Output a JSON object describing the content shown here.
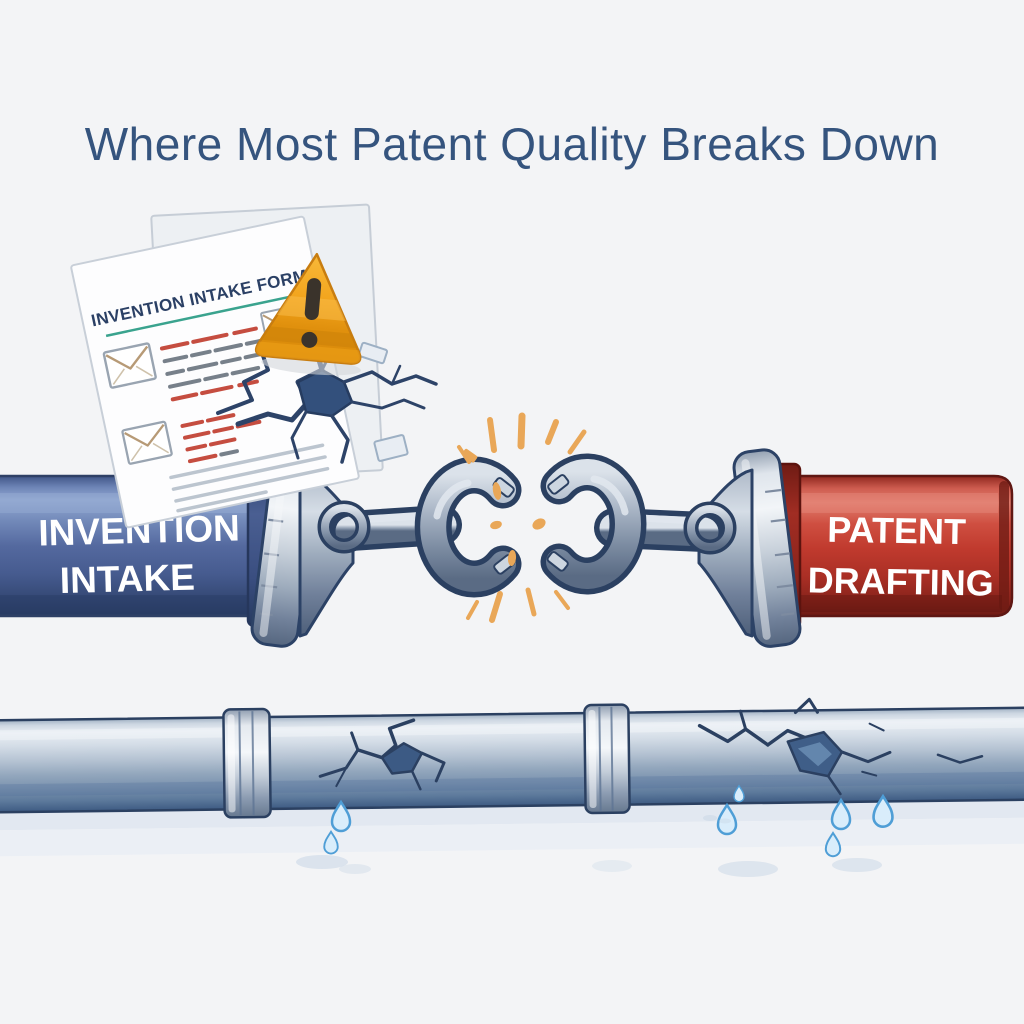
{
  "meta": {
    "background_color": "#f3f4f6"
  },
  "title": {
    "text": "Where Most Patent Quality Breaks Down",
    "color": "#35547e"
  },
  "form": {
    "title": "INVENTION INTAKE FORM",
    "underline_color": "#3aa38e",
    "paper_color": "#fdfdfe",
    "scribble_red": "#bf3a2b",
    "scribble_gray": "#5f6a76"
  },
  "pipeline": {
    "left_pipe": {
      "label_line1": "INVENTION",
      "label_line2": "INTAKE",
      "color": "#4a639c"
    },
    "right_pipe": {
      "label_line1": "PATENT",
      "label_line2": "DRAFTING",
      "color": "#c23a2f"
    },
    "chain": {
      "state": "broken",
      "metal_color": "#9fabbc",
      "outline_color": "#2b4061"
    },
    "spark_color": "#e9a758"
  },
  "warning": {
    "color": "#f2a31b",
    "mark_color": "#3a332b"
  },
  "bottom_pipe": {
    "state": "cracked and leaking",
    "pipe_color": "#93a7bd",
    "crack_color": "#2b4061",
    "water_color": "#4f9ed6"
  },
  "icons": {
    "warning-triangle-icon": "⚠",
    "envelope-checkbox-icon": "✉",
    "broken-chain-icon": "⛓",
    "spark-burst-icon": "✴",
    "water-drop-icon": "💧"
  }
}
